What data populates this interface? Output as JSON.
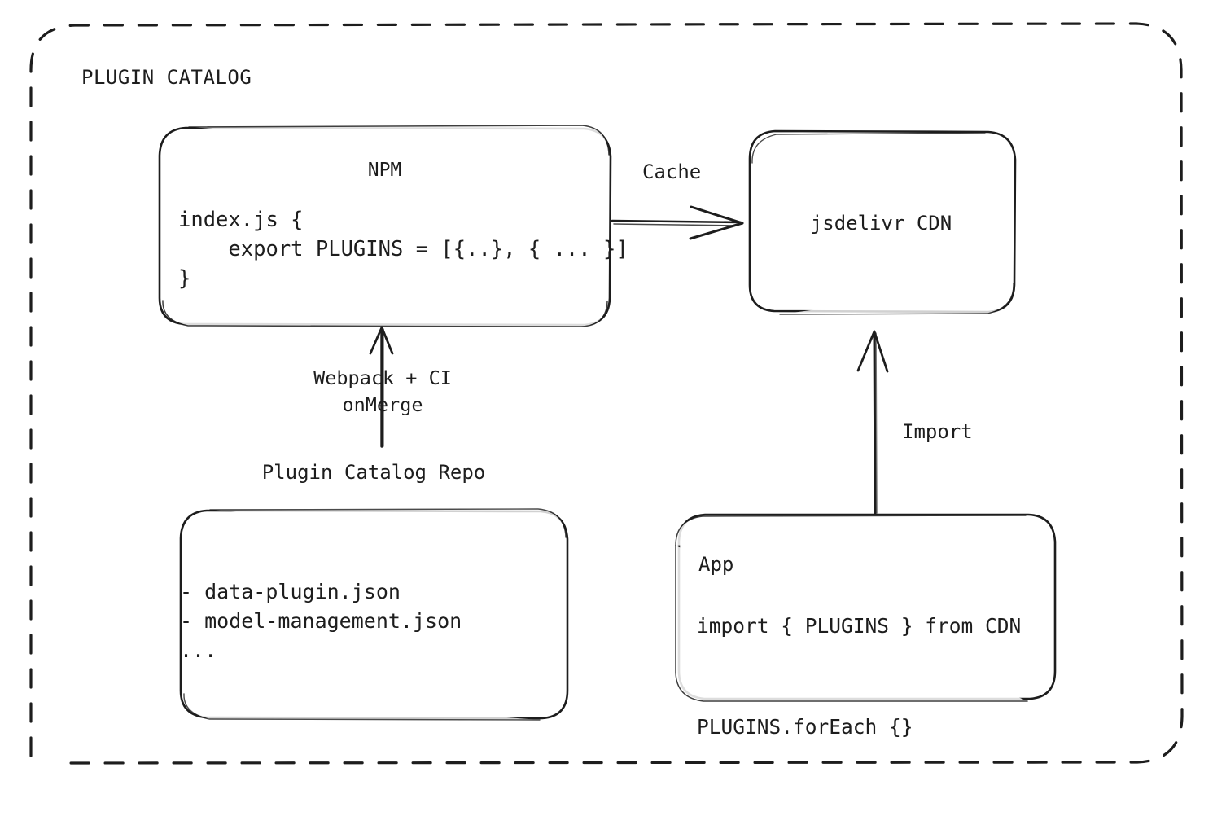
{
  "diagram": {
    "title": "PLUGIN CATALOG",
    "background_color": "#ffffff",
    "stroke_color": "#1d1d1d",
    "style": "hand-drawn",
    "nodes": {
      "npm": {
        "title": "NPM",
        "code": "index.js {\n    export PLUGINS = [{..}, { ... }]\n}"
      },
      "cdn": {
        "title": "jsdelivr CDN"
      },
      "repo": {
        "caption": "Plugin Catalog Repo",
        "files": "- data-plugin.json\n- model-management.json\n..."
      },
      "app": {
        "title": "App",
        "code": "import { PLUGINS } from CDN\n\nPLUGINS.forEach {}"
      }
    },
    "edges": {
      "cache": "Cache",
      "import": "Import",
      "build": "Webpack + CI\nonMerge"
    }
  }
}
